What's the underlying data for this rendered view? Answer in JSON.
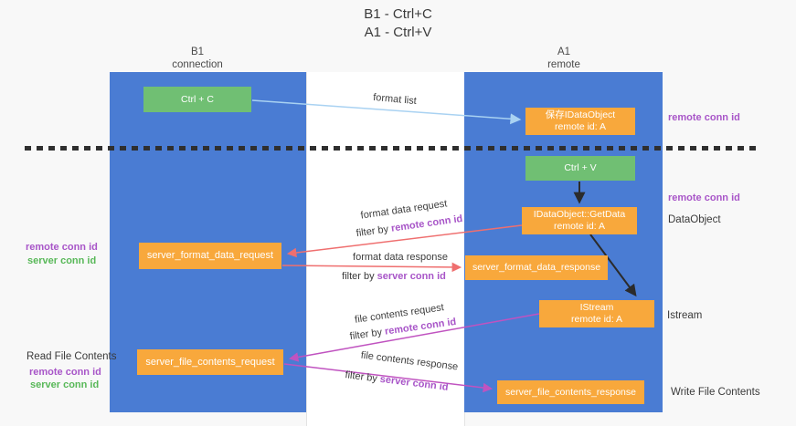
{
  "title": {
    "line1": "B1 - Ctrl+C",
    "line2": "A1 - Ctrl+V"
  },
  "columns": {
    "left": {
      "name": "B1",
      "role": "connection"
    },
    "right": {
      "name": "A1",
      "role": "remote"
    }
  },
  "nodes": {
    "ctrl_c": "Ctrl + C",
    "save_idataobject_line1": "保存IDataObject",
    "save_idataobject_line2": "remote id: A",
    "ctrl_v": "Ctrl + V",
    "getdata_line1": "IDataObject::GetData",
    "getdata_line2": "remote id: A",
    "format_request": "server_format_data_request",
    "format_response": "server_format_data_response",
    "istream_line1": "IStream",
    "istream_line2": "remote id: A",
    "file_request": "server_file_contents_request",
    "file_response": "server_file_contents_response"
  },
  "edge_labels": {
    "format_list": "format list",
    "format_data_request": "format data request",
    "format_data_response": "format data response",
    "file_contents_request": "file contents request",
    "file_contents_response": "file contents response",
    "filter_by": "filter by ",
    "remote_conn_id": "remote conn id",
    "server_conn_id": "server conn id"
  },
  "side_labels": {
    "remote_conn_id": "remote conn id",
    "server_conn_id": "server conn id",
    "dataobject": "DataObject",
    "istream": "Istream",
    "read_file_contents": "Read File Contents",
    "write_file_contents": "Write File Contents"
  },
  "colors": {
    "lifeline_blue": "#4a7cd3",
    "node_green": "#70bf73",
    "node_orange": "#f8a83c",
    "purple_text": "#a855c8",
    "green_text": "#58b858",
    "arrow_lightblue": "#a9d2f2",
    "arrow_salmon": "#ef6f6f",
    "arrow_magenta": "#c053c0",
    "arrow_black": "#2b2b2b"
  }
}
